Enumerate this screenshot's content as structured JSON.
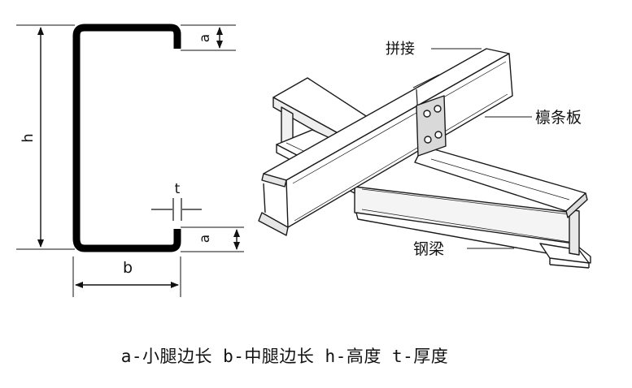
{
  "section_labels": {
    "a_top": "a",
    "a_bottom": "a",
    "h": "h",
    "t": "t",
    "b": "b"
  },
  "assembly_labels": {
    "splice": "拼接",
    "purlin": "檩条板",
    "steel_beam": "钢梁"
  },
  "caption": "a-小腿边长 b-中腿边长 h-高度 t-厚度"
}
